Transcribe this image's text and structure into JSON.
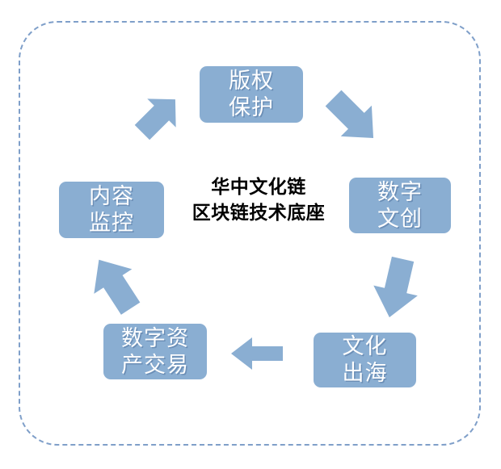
{
  "diagram": {
    "title_center": {
      "line1": "华中文化链",
      "line2": "区块链技术底座"
    },
    "frame": {
      "style": "dashed-rounded-rectangle",
      "color": "#7f9fc9"
    },
    "colors": {
      "node_fill": "#8aaed2",
      "node_text": "#ffffff",
      "arrow_fill": "#8aaed2",
      "center_text": "#000000",
      "frame_border": "#7f9fc9"
    },
    "nodes": [
      {
        "id": "copyright",
        "line1": "版权",
        "line2": "保护",
        "position": "top"
      },
      {
        "id": "digital-culture",
        "line1": "数字",
        "line2": "文创",
        "position": "right"
      },
      {
        "id": "overseas",
        "line1": "文化",
        "line2": "出海",
        "position": "bottom-right"
      },
      {
        "id": "asset-trade",
        "line1": "数字资",
        "line2": "产交易",
        "position": "bottom-left"
      },
      {
        "id": "content-monitor",
        "line1": "内容",
        "line2": "监控",
        "position": "left"
      }
    ],
    "arrows": [
      {
        "id": "copyright-to-digital",
        "direction": "down-right",
        "from": "copyright",
        "to": "digital-culture"
      },
      {
        "id": "digital-to-overseas",
        "direction": "down",
        "from": "digital-culture",
        "to": "overseas"
      },
      {
        "id": "overseas-to-asset",
        "direction": "left",
        "from": "overseas",
        "to": "asset-trade"
      },
      {
        "id": "asset-to-monitor",
        "direction": "up-left",
        "from": "asset-trade",
        "to": "content-monitor"
      },
      {
        "id": "monitor-to-copyright",
        "direction": "up-right",
        "from": "content-monitor",
        "to": "copyright"
      }
    ]
  }
}
